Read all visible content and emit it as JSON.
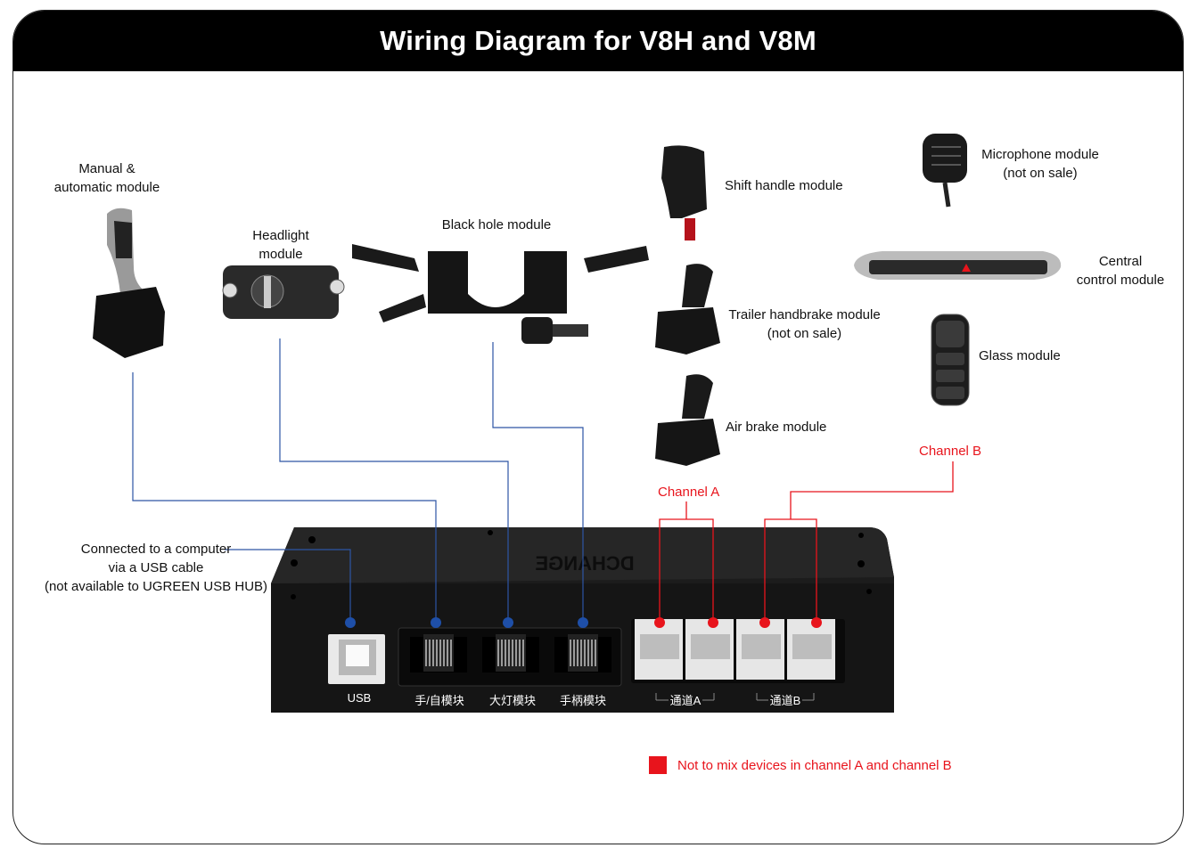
{
  "title": "Wiring Diagram for V8H and V8M",
  "modules": {
    "manual_auto": {
      "line1": "Manual &",
      "line2": "automatic module"
    },
    "headlight": {
      "line1": "Headlight",
      "line2": "module"
    },
    "black_hole": {
      "line1": "Black hole module"
    },
    "shift_handle": {
      "line1": "Shift handle module"
    },
    "trailer_handbrake": {
      "line1": "Trailer handbrake module",
      "line2": "(not on sale)"
    },
    "air_brake": {
      "line1": "Air brake module"
    },
    "microphone": {
      "line1": "Microphone module",
      "line2": "(not on sale)"
    },
    "central_control": {
      "line1": "Central",
      "line2": "control module"
    },
    "glass": {
      "line1": "Glass module"
    }
  },
  "usb_note": {
    "line1": "Connected to a computer",
    "line2": "via a USB cable",
    "line3": "(not available to UGREEN USB HUB)"
  },
  "channels": {
    "a": "Channel A",
    "b": "Channel B"
  },
  "hub": {
    "brand": "DCHANGE",
    "ports": [
      {
        "label": "USB"
      },
      {
        "label": "手/自模块"
      },
      {
        "label": "大灯模块"
      },
      {
        "label": "手柄模块"
      }
    ],
    "channel_a_label": "通道A",
    "channel_b_label": "通道B"
  },
  "legend": {
    "text": "Not to mix devices in channel A and channel B",
    "color": "#e8141c"
  },
  "colors": {
    "wire_blue": "#2d55a5",
    "wire_red": "#e8141c",
    "dot_blue": "#1e4fa8"
  }
}
